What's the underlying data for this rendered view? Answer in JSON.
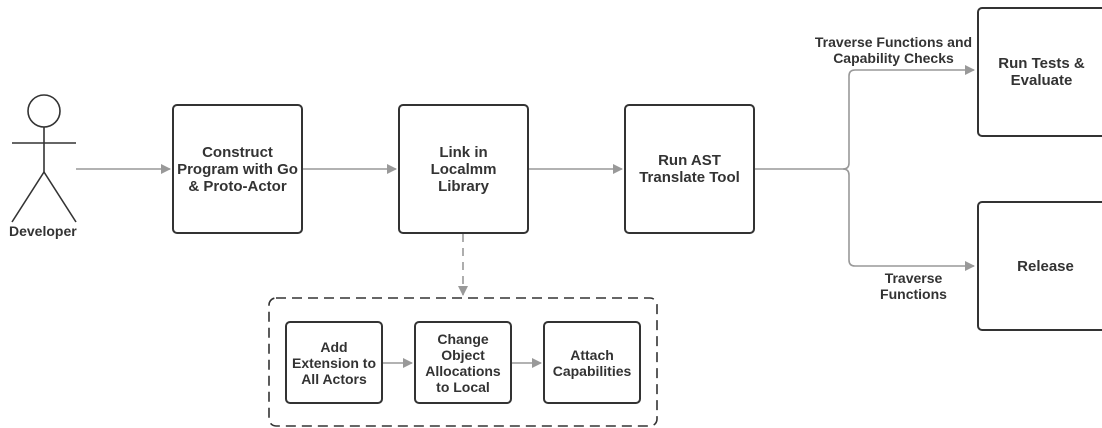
{
  "actor": {
    "label": "Developer"
  },
  "steps": {
    "construct": "Construct\nProgram with Go\n& Proto-Actor",
    "link": "Link in\nLocalmm\nLibrary",
    "run_ast": "Run AST\nTranslate Tool",
    "run_tests": "Run Tests &\nEvaluate",
    "release": "Release"
  },
  "substeps": {
    "add_extension": "Add\nExtension to\nAll Actors",
    "change_alloc": "Change\nObject\nAllocations\nto Local",
    "attach_caps": "Attach\nCapabilities"
  },
  "edge_labels": {
    "traverse_checks": "Traverse Functions and\nCapability Checks",
    "traverse": "Traverse\nFunctions"
  },
  "colors": {
    "stroke": "#333333",
    "arrow": "#999999",
    "text": "#333333"
  }
}
